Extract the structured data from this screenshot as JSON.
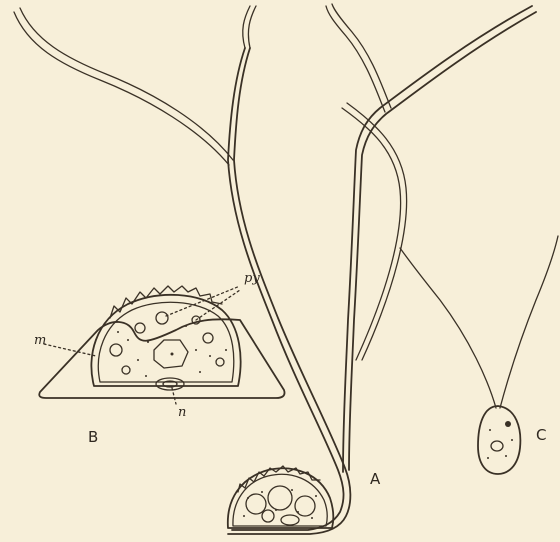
{
  "figure": {
    "background_color": "#f7efd9",
    "ink_color": "#3a3126"
  },
  "labels": {
    "a": "A",
    "b": "B",
    "c": "C",
    "py": "py",
    "m": "m",
    "n": "n"
  }
}
